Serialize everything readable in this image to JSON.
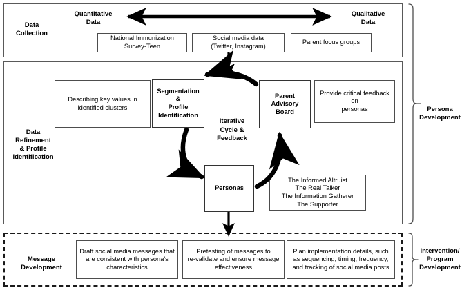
{
  "diagram": {
    "title": "Persona development process flow",
    "colors": {
      "ink": "#000000",
      "section_border": "#595959",
      "node_border": "#4d4d4d",
      "dashed_border": "#1a1a1a",
      "background": "#ffffff"
    }
  },
  "sections": {
    "data_collection": {
      "stage_label": "Data\nCollection",
      "axis_left_label": "Quantitative\nData",
      "axis_right_label": "Qualitative\nData",
      "nodes": [
        {
          "label": "National Immunization\nSurvey-Teen"
        },
        {
          "label": "Social media data\n(Twitter, Instagram)"
        },
        {
          "label": "Parent focus groups"
        }
      ]
    },
    "data_refinement": {
      "stage_label": "Data\nRefinement\n& Profile\nIdentification",
      "cycle_label": "Iterative\nCycle &\nFeedback",
      "nodes": [
        {
          "label": "Describing key values in\nidentified clusters",
          "emphasis": "normal"
        },
        {
          "label": "Segmentation &\nProfile\nIdentification",
          "emphasis": "bold"
        },
        {
          "label": "Parent Advisory\nBoard",
          "emphasis": "bold"
        },
        {
          "label": "Provide critical feedback on\npersonas",
          "emphasis": "normal"
        },
        {
          "label": "Personas",
          "emphasis": "bold"
        },
        {
          "label": "The Informed Altruist\nThe Real Talker\nThe Information Gatherer\nThe Supporter",
          "emphasis": "normal"
        }
      ]
    },
    "message_development": {
      "stage_label": "Message\nDevelopment",
      "nodes": [
        {
          "label": "Draft social media messages that\nare consistent with persona's\ncharacteristics"
        },
        {
          "label": "Pretesting of messages to\nre-validate and ensure message\neffectiveness"
        },
        {
          "label": "Plan implementation details, such\nas sequencing, timing, frequency,\nand tracking of social media posts"
        }
      ]
    }
  },
  "braces": [
    {
      "label": "Persona\nDevelopment"
    },
    {
      "label": "Intervention/\nProgram\nDevelopment"
    }
  ]
}
